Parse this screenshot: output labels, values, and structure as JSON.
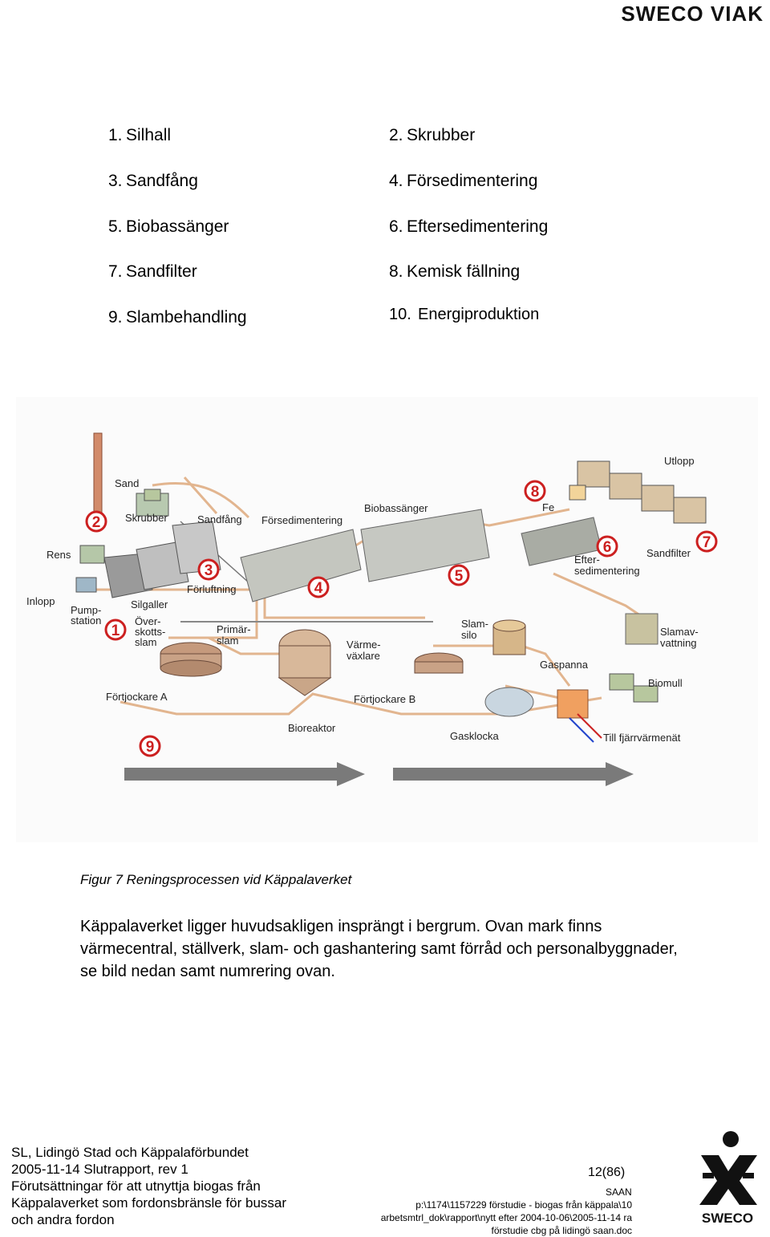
{
  "header": {
    "brand": "SWECO VIAK"
  },
  "process_list": [
    {
      "num": "1.",
      "label": "Silhall"
    },
    {
      "num": "2.",
      "label": "Skrubber"
    },
    {
      "num": "3.",
      "label": "Sandfång"
    },
    {
      "num": "4.",
      "label": "Försedimentering"
    },
    {
      "num": "5.",
      "label": "Biobassänger"
    },
    {
      "num": "6.",
      "label": "Eftersedimentering"
    },
    {
      "num": "7.",
      "label": "Sandfilter"
    },
    {
      "num": "8.",
      "label": "Kemisk fällning"
    },
    {
      "num": "9.",
      "label": "Slambehandling"
    },
    {
      "num": "10.",
      "label": "Energiproduktion"
    }
  ],
  "diagram": {
    "labels": {
      "sand": "Sand",
      "skrubber": "Skrubber",
      "sandfang": "Sandfång",
      "forsedimentering": "Försedimentering",
      "biobassanger": "Biobassänger",
      "utlopp": "Utlopp",
      "fe": "Fe",
      "rens": "Rens",
      "inlopp": "Inlopp",
      "pump_1": "Pump-",
      "pump_2": "station",
      "silgaller": "Silgaller",
      "forluftning": "Förluftning",
      "over_1": "Över-",
      "over_2": "skotts-",
      "over_3": "slam",
      "primar_1": "Primär-",
      "primar_2": "slam",
      "varme_1": "Värme-",
      "varme_2": "växlare",
      "slamsilo_1": "Slam-",
      "slamsilo_2": "silo",
      "gaspanna": "Gaspanna",
      "efter_1": "Efter-",
      "efter_2": "sedimentering",
      "sandfilter": "Sandfilter",
      "slamav_1": "Slamav-",
      "slamav_2": "vattning",
      "biomull": "Biomull",
      "fortjockare_a": "Förtjockare A",
      "fortjockare_b": "Förtjockare B",
      "bioreaktor": "Bioreaktor",
      "gasklocka": "Gasklocka",
      "fjarrvarme": "Till fjärrvärmenät"
    },
    "markers": [
      "1",
      "2",
      "3",
      "4",
      "5",
      "6",
      "7",
      "8",
      "9"
    ]
  },
  "caption": "Figur 7 Reningsprocessen vid Käppalaverket",
  "body_text": "Käppalaverket ligger huvudsakligen insprängt i bergrum. Ovan mark finns värmecentral, ställverk, slam- och gashantering samt förråd och personalbyggnader, se bild nedan samt numrering ovan.",
  "footer": {
    "lines": [
      "SL, Lidingö Stad och Käppalaförbundet",
      "2005-11-14 Slutrapport, rev 1",
      "Förutsättningar för att utnyttja biogas från",
      "Käppalaverket som fordonsbränsle för bussar",
      "och andra fordon"
    ],
    "page": "12(86)",
    "saan": "SAAN",
    "path_lines": [
      "p:\\1174\\1157229 förstudie - biogas från käppala\\10",
      "arbetsmtrl_dok\\rapport\\nytt efter 2004-10-06\\2005-11-14 ra",
      "förstudie cbg på lidingö saan.doc"
    ],
    "logo_text": "SWECO"
  }
}
